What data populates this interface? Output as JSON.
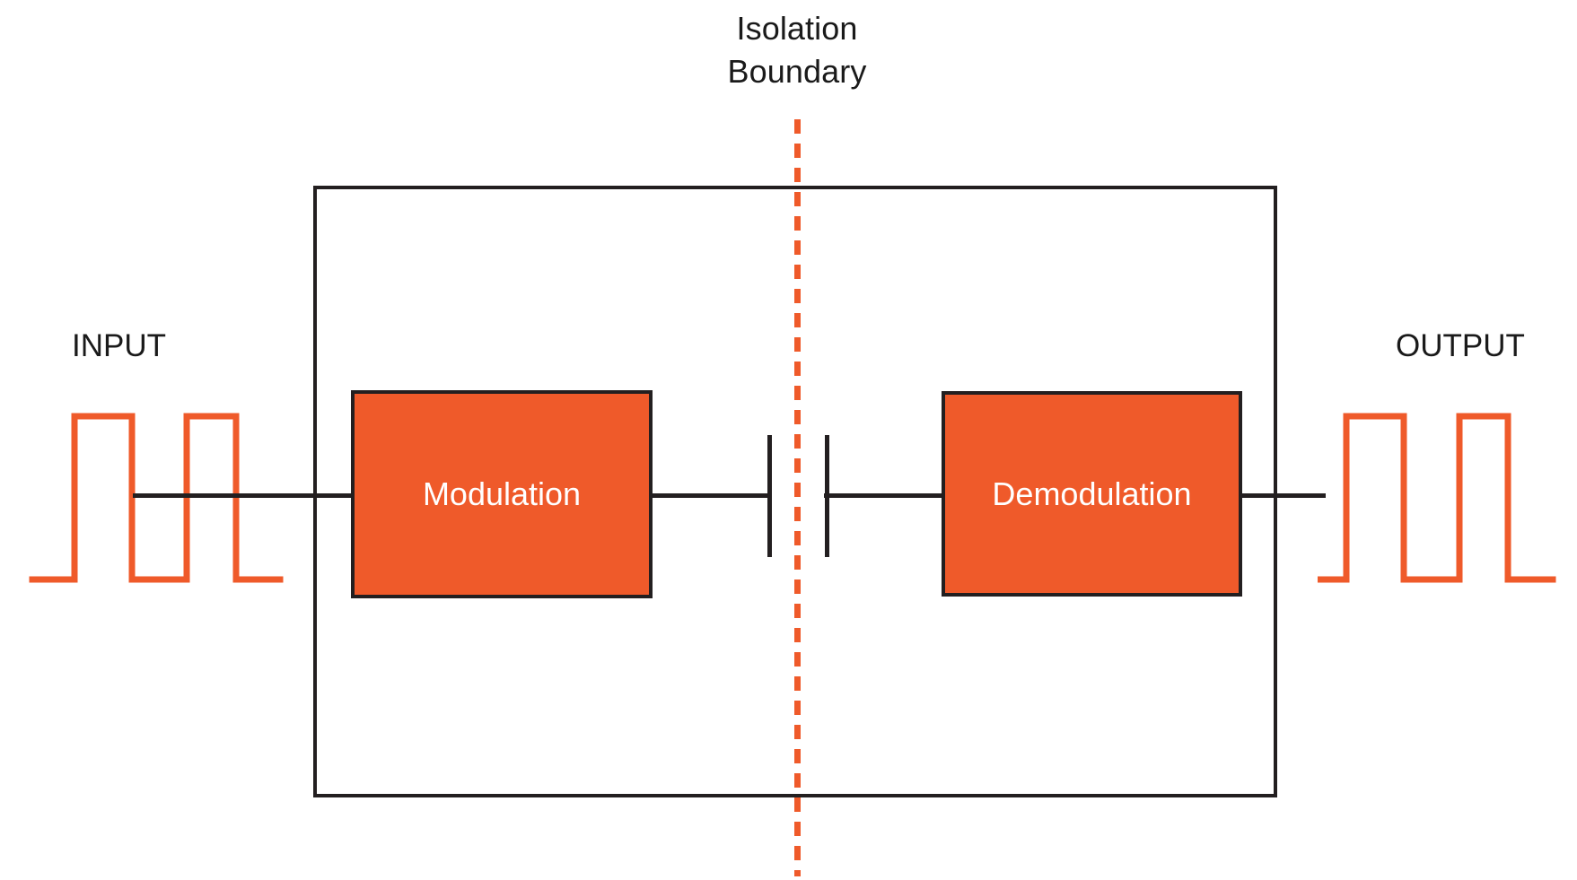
{
  "diagram": {
    "title": "Isolation\nBoundary",
    "title_lines": [
      "Isolation",
      "Boundary"
    ],
    "input_label": "INPUT",
    "output_label": "OUTPUT",
    "blocks": [
      {
        "id": "modulation",
        "label": "Modulation"
      },
      {
        "id": "demodulation",
        "label": "Demodulation"
      }
    ],
    "isolation_boundary": {
      "label": "Isolation Boundary",
      "style": "dashed-vertical",
      "color": "#ef5a2a"
    },
    "coupling": {
      "name": "capacitive-isolation-barrier",
      "plates": 2
    },
    "colors": {
      "block_fill": "#ef5a2a",
      "block_stroke": "#231f20",
      "wire": "#231f20",
      "waveform": "#ef5a2a",
      "boundary": "#ef5a2a",
      "text_on_block": "#ffffff",
      "text": "#1a1a1a",
      "background": "#ffffff"
    }
  },
  "chart_data": {
    "type": "line",
    "title": "Isolation Boundary",
    "xlabel": "",
    "ylabel": "",
    "series": [
      {
        "name": "INPUT",
        "description": "digital square-wave pulse train entering the modulator",
        "points": [
          [
            0,
            0
          ],
          [
            45,
            0
          ],
          [
            45,
            1
          ],
          [
            109,
            1
          ],
          [
            109,
            0
          ],
          [
            170,
            0
          ],
          [
            170,
            1
          ],
          [
            225,
            1
          ],
          [
            225,
            0
          ],
          [
            270,
            0
          ]
        ]
      },
      {
        "name": "OUTPUT",
        "description": "reconstructed digital square-wave pulse train leaving the demodulator",
        "points": [
          [
            0,
            0
          ],
          [
            32,
            0
          ],
          [
            32,
            1
          ],
          [
            96,
            1
          ],
          [
            96,
            0
          ],
          [
            158,
            0
          ],
          [
            158,
            1
          ],
          [
            212,
            1
          ],
          [
            212,
            0
          ],
          [
            259,
            0
          ]
        ]
      }
    ],
    "ylim": [
      0,
      1
    ],
    "grid": false,
    "legend": "none"
  }
}
